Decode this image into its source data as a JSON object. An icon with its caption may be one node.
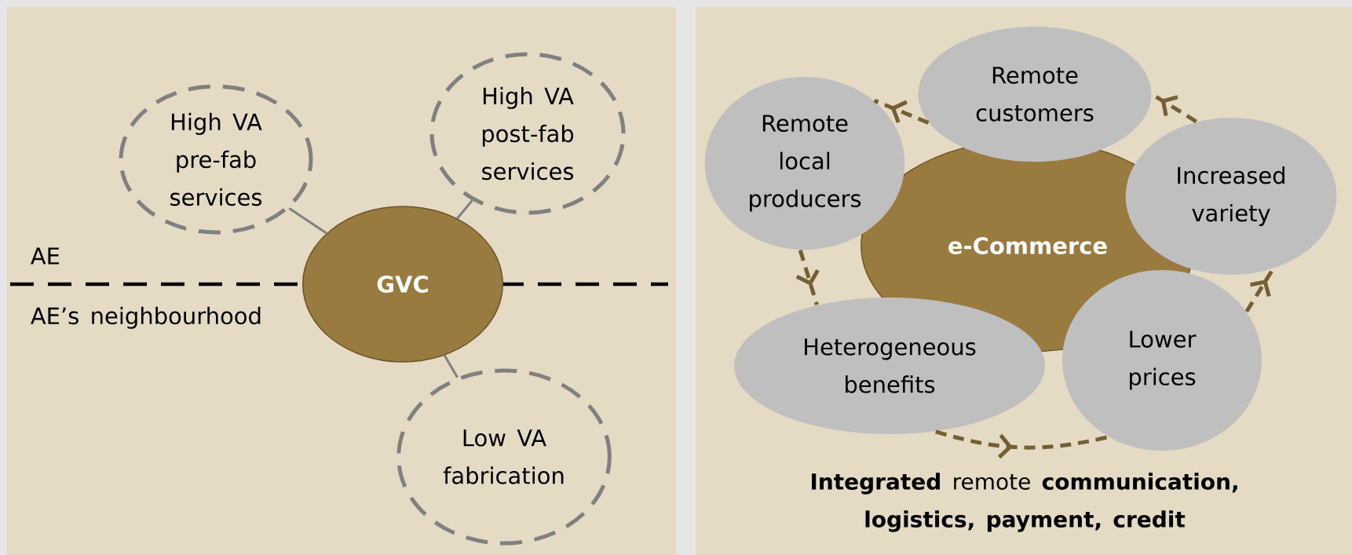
{
  "diagram": {
    "nodes": [
      {
        "text": [
          "High VA pre-fab services"
        ]
      },
      {
        "text": [
          "High VA post-fab services"
        ]
      },
      {
        "text": [
          "GVC"
        ]
      },
      {
        "text": [
          "Low VA fabrication"
        ]
      },
      {
        "text": [
          "Remote customers"
        ]
      },
      {
        "text": [
          "Remote local producers"
        ]
      },
      {
        "text": [
          "Increased variety"
        ]
      },
      {
        "text": [
          "e-Commerce"
        ]
      },
      {
        "text": [
          "Heterogeneous benefits"
        ]
      },
      {
        "text": [
          "Lower prices"
        ]
      }
    ],
    "edges": [
      {
        "from": 2,
        "to": 0,
        "arrow": "none",
        "color": "#808080"
      },
      {
        "from": 2,
        "to": 1,
        "arrow": "none",
        "color": "#808080"
      },
      {
        "from": 2,
        "to": 3,
        "arrow": "none",
        "color": "#808080"
      },
      {
        "from": 5,
        "to": 8,
        "arrow": "to",
        "style": "dashed"
      },
      {
        "from": 8,
        "to": 9,
        "arrow": "to",
        "style": "dashed"
      },
      {
        "from": 9,
        "to": 6,
        "arrow": "to",
        "style": "dashed"
      },
      {
        "from": 6,
        "to": 4,
        "arrow": "to",
        "style": "dashed"
      },
      {
        "from": 4,
        "to": 5,
        "arrow": "to",
        "style": "dashed"
      }
    ],
    "labels": [
      "AE",
      "AE’s neighbourhood",
      "**Integrated** remote **communication, logistics, payment, credit**"
    ]
  }
}
